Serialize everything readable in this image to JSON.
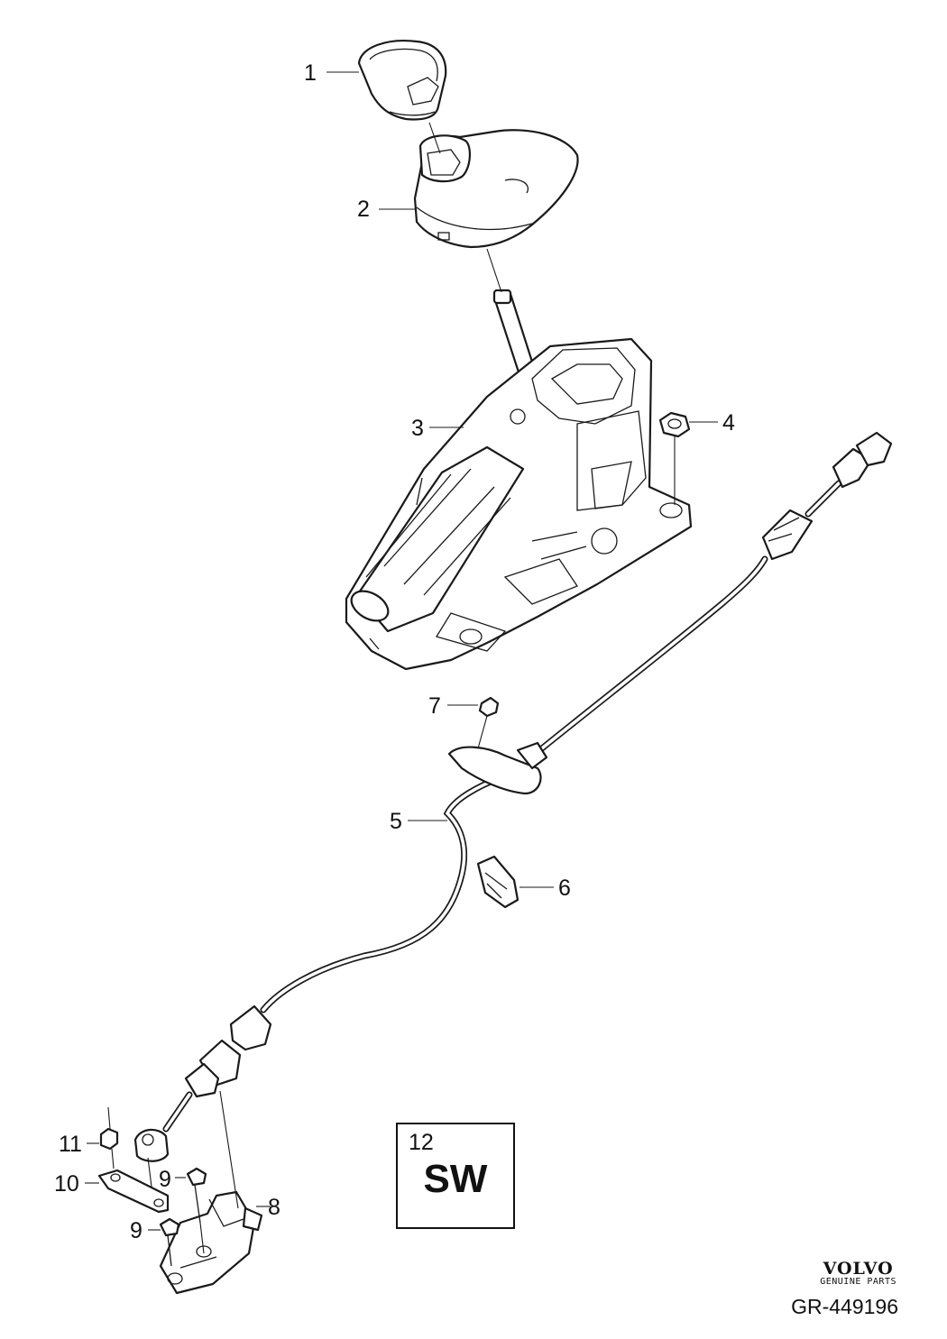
{
  "callouts": [
    {
      "id": "1",
      "text": "1"
    },
    {
      "id": "2",
      "text": "2"
    },
    {
      "id": "3",
      "text": "3"
    },
    {
      "id": "4",
      "text": "4"
    },
    {
      "id": "5",
      "text": "5"
    },
    {
      "id": "6",
      "text": "6"
    },
    {
      "id": "7",
      "text": "7"
    },
    {
      "id": "8",
      "text": "8"
    },
    {
      "id": "9a",
      "text": "9"
    },
    {
      "id": "9b",
      "text": "9"
    },
    {
      "id": "10",
      "text": "10"
    },
    {
      "id": "11",
      "text": "11"
    }
  ],
  "software_box": {
    "number": "12",
    "code": "SW"
  },
  "brand": {
    "name": "VOLVO",
    "subtitle": "GENUINE PARTS"
  },
  "reference": "GR-449196"
}
